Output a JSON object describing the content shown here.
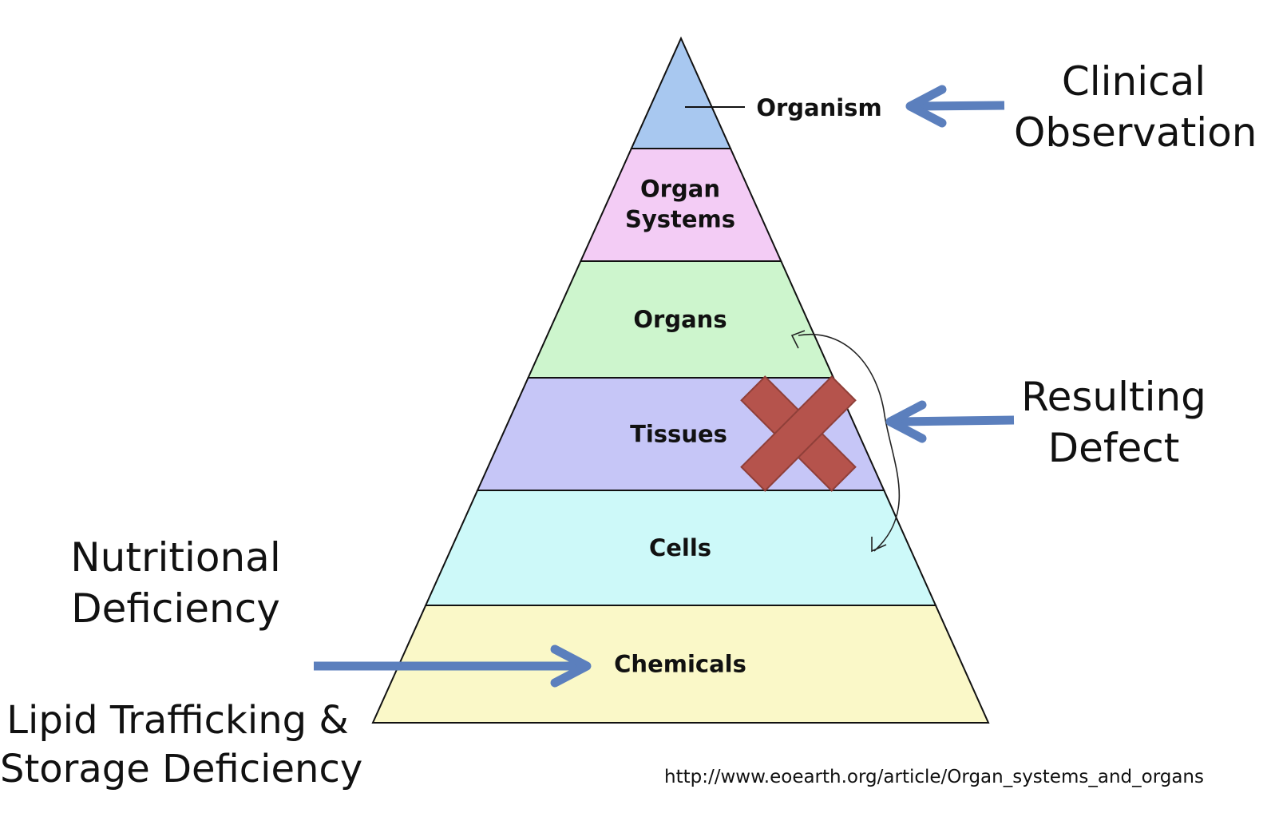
{
  "pyramid": {
    "levels": [
      {
        "label_lines": [
          "Organism"
        ],
        "color": "#a8c8f0"
      },
      {
        "label_lines": [
          "Organ",
          "Systems"
        ],
        "color": "#f3ccf5"
      },
      {
        "label_lines": [
          "Organs"
        ],
        "color": "#cdf5cd"
      },
      {
        "label_lines": [
          "Tissues"
        ],
        "color": "#c6c6f7"
      },
      {
        "label_lines": [
          "Cells"
        ],
        "color": "#cdf9f9"
      },
      {
        "label_lines": [
          "Chemicals"
        ],
        "color": "#faf8c8"
      }
    ],
    "outline_color": "#111111"
  },
  "annotations": {
    "clinical_observation": [
      "Clinical",
      "Observation"
    ],
    "resulting_defect": [
      "Resulting",
      "Defect"
    ],
    "nutritional_deficiency": [
      "Nutritional",
      "Deficiency"
    ],
    "lipid_trafficking": [
      "Lipid Trafficking &",
      "Storage Deficiency"
    ]
  },
  "source_url": "http://www.eoearth.org/article/Organ_systems_and_organs",
  "colors": {
    "arrow": "#5b7fbd",
    "cross": "#b5534c"
  },
  "icons": {
    "defect_marker": "x-cross-icon",
    "arrows": "arrow-left-icon / arrow-right-icon"
  }
}
